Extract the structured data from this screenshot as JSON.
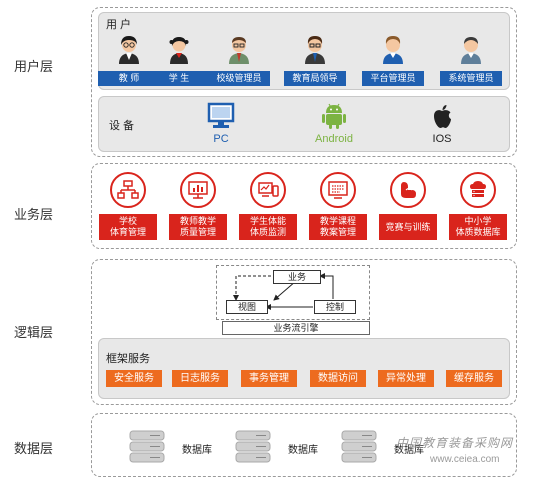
{
  "layers": {
    "user": "用户层",
    "business": "业务层",
    "logic": "逻辑层",
    "data": "数据层"
  },
  "users_panel": {
    "title": "用 户",
    "roles": [
      {
        "label": "教  师",
        "icon": "teacher-icon"
      },
      {
        "label": "学  生",
        "icon": "student-icon"
      },
      {
        "label": "校级管理员",
        "icon": "school-admin-icon"
      },
      {
        "label": "教育局领导",
        "icon": "bureau-leader-icon"
      },
      {
        "label": "平台管理员",
        "icon": "platform-admin-icon"
      },
      {
        "label": "系统管理员",
        "icon": "system-admin-icon"
      }
    ]
  },
  "devices_panel": {
    "title": "设  备",
    "devices": [
      {
        "label": "PC",
        "icon": "monitor-icon",
        "color": "#1f5fb0"
      },
      {
        "label": "Android",
        "icon": "android-icon",
        "color": "#7cb342"
      },
      {
        "label": "IOS",
        "icon": "apple-icon",
        "color": "#222222"
      }
    ]
  },
  "business_modules": [
    {
      "label": "学校\n体育管理",
      "icon": "school-pe-management-icon"
    },
    {
      "label": "教师教学\n质量管理",
      "icon": "teaching-quality-icon"
    },
    {
      "label": "学生体能\n体质监测",
      "icon": "fitness-monitoring-icon"
    },
    {
      "label": "教学课程\n教案管理",
      "icon": "course-plan-icon"
    },
    {
      "label": "竞赛与训练",
      "icon": "competition-icon"
    },
    {
      "label": "中小学\n体质数据库",
      "icon": "fitness-database-icon"
    }
  ],
  "workflow": {
    "business": "业务",
    "view": "视图",
    "control": "控制",
    "engine": "业务流引擎"
  },
  "framework": {
    "title": "框架服务",
    "services": [
      "安全服务",
      "日志服务",
      "事务管理",
      "数据访问",
      "异常处理",
      "缓存服务"
    ]
  },
  "databases": {
    "label": "数据库",
    "items": [
      "数据库",
      "数据库",
      "数据库"
    ]
  },
  "watermark": {
    "chinese": "中国教育装备采购网",
    "url": "www.ceiea.com"
  },
  "colors": {
    "role_blue": "#1f5fb0",
    "business_red": "#d9241c",
    "service_orange": "#ed6b1f",
    "panel_gray": "#e8e8e8"
  }
}
